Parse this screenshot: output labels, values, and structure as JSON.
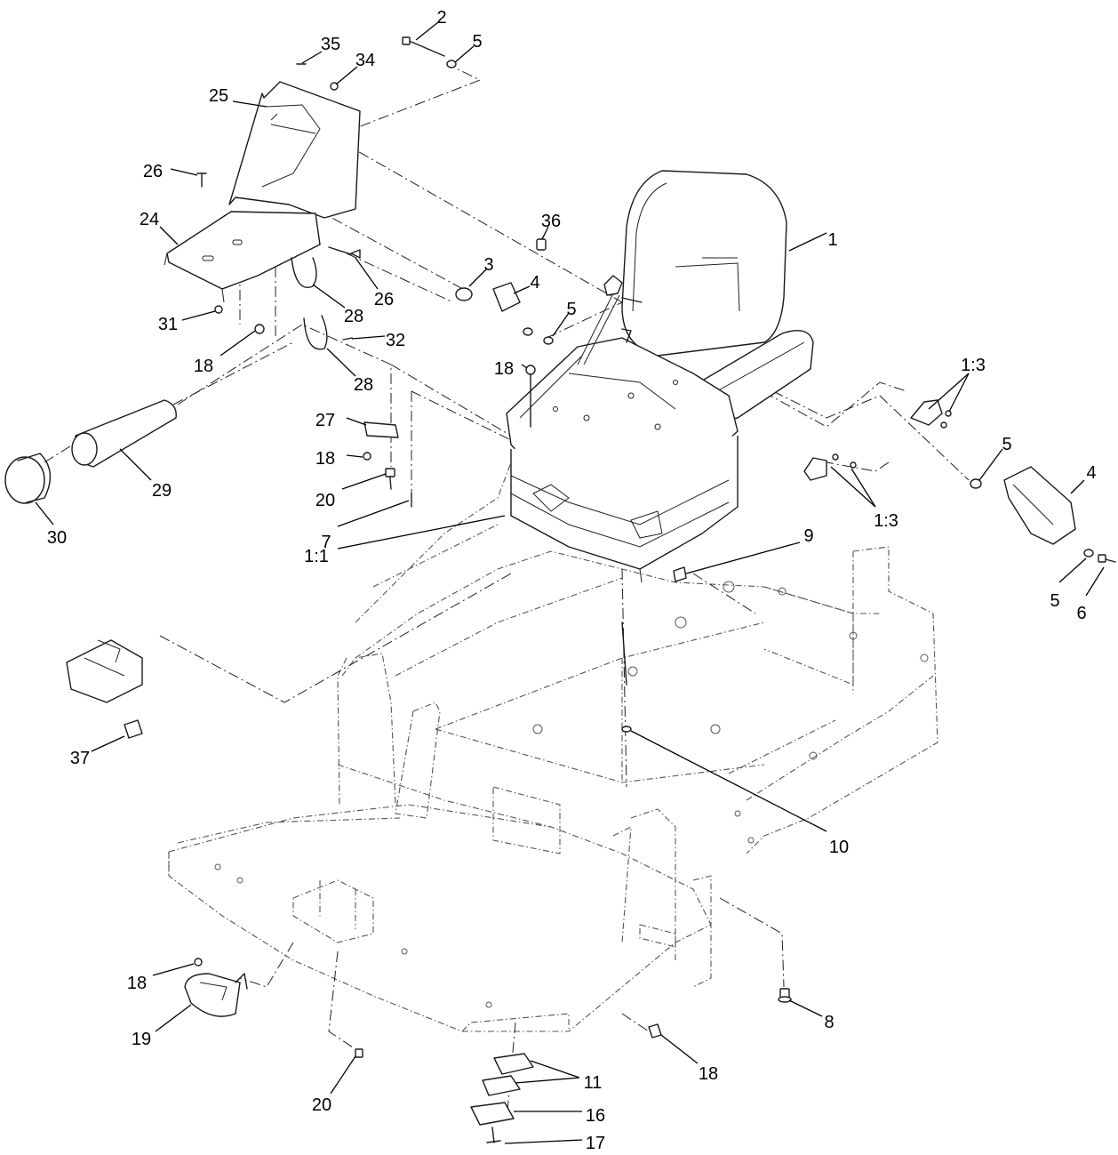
{
  "callouts": [
    {
      "id": "c1",
      "label": "1"
    },
    {
      "id": "c2",
      "label": "2"
    },
    {
      "id": "c3",
      "label": "3"
    },
    {
      "id": "c4a",
      "label": "4"
    },
    {
      "id": "c4b",
      "label": "4"
    },
    {
      "id": "c5a",
      "label": "5"
    },
    {
      "id": "c5b",
      "label": "5"
    },
    {
      "id": "c5c",
      "label": "5"
    },
    {
      "id": "c5d",
      "label": "5"
    },
    {
      "id": "c6",
      "label": "6"
    },
    {
      "id": "c7",
      "label": "7"
    },
    {
      "id": "c8",
      "label": "8"
    },
    {
      "id": "c9",
      "label": "9"
    },
    {
      "id": "c10",
      "label": "10"
    },
    {
      "id": "c11",
      "label": "11"
    },
    {
      "id": "c16",
      "label": "16"
    },
    {
      "id": "c17",
      "label": "17"
    },
    {
      "id": "c18a",
      "label": "18"
    },
    {
      "id": "c18b",
      "label": "18"
    },
    {
      "id": "c18c",
      "label": "18"
    },
    {
      "id": "c18d",
      "label": "18"
    },
    {
      "id": "c18e",
      "label": "18"
    },
    {
      "id": "c19",
      "label": "19"
    },
    {
      "id": "c20a",
      "label": "20"
    },
    {
      "id": "c20b",
      "label": "20"
    },
    {
      "id": "c24",
      "label": "24"
    },
    {
      "id": "c25",
      "label": "25"
    },
    {
      "id": "c26a",
      "label": "26"
    },
    {
      "id": "c26b",
      "label": "26"
    },
    {
      "id": "c27",
      "label": "27"
    },
    {
      "id": "c28a",
      "label": "28"
    },
    {
      "id": "c28b",
      "label": "28"
    },
    {
      "id": "c29",
      "label": "29"
    },
    {
      "id": "c30",
      "label": "30"
    },
    {
      "id": "c31",
      "label": "31"
    },
    {
      "id": "c32",
      "label": "32"
    },
    {
      "id": "c34",
      "label": "34"
    },
    {
      "id": "c35",
      "label": "35"
    },
    {
      "id": "c36",
      "label": "36"
    },
    {
      "id": "c37",
      "label": "37"
    },
    {
      "id": "c1-1",
      "label": "1:1"
    },
    {
      "id": "c1-3a",
      "label": "1:3"
    },
    {
      "id": "c1-3b",
      "label": "1:3"
    }
  ]
}
